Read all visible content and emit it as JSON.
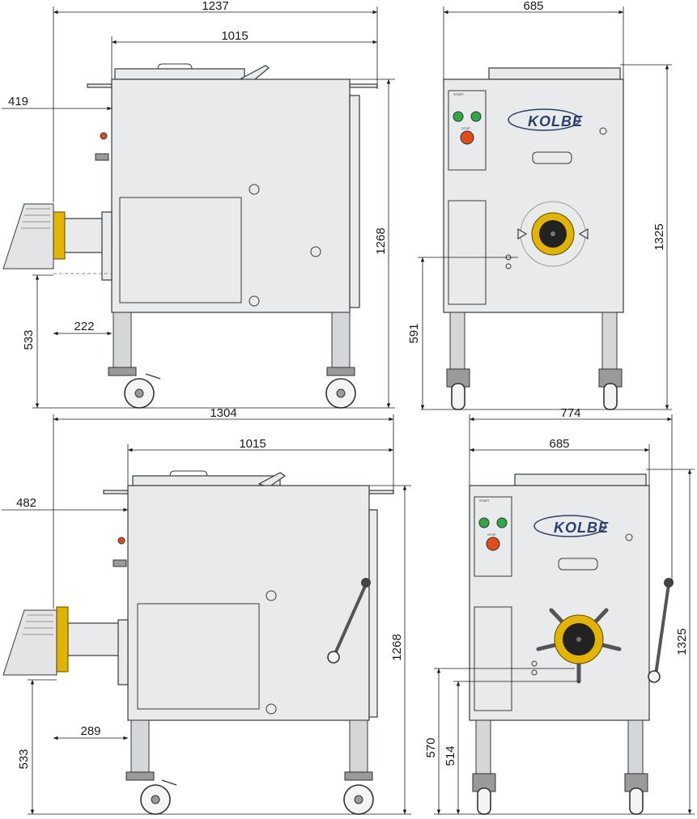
{
  "brand": {
    "logo_text": "KOLBE"
  },
  "controls": {
    "start_label": "START",
    "stop_label": "STOP",
    "button_green_color": "#2fa84a",
    "button_red_color": "#e24b1a"
  },
  "views": {
    "top_left": {
      "total_width": "1237",
      "body_width": "1015",
      "outlet_offset": "419",
      "height": "1268",
      "outlet_height": "533",
      "outlet_depth": "222"
    },
    "top_right": {
      "width": "685",
      "height": "1325",
      "outlet_height": "591"
    },
    "bottom_left": {
      "total_width": "1304",
      "body_width": "1015",
      "outlet_offset": "482",
      "height": "1268",
      "outlet_height": "533",
      "outlet_depth": "289"
    },
    "bottom_right": {
      "total_width": "774",
      "width": "685",
      "height": "1325",
      "outlet_height_a": "570",
      "outlet_height_b": "514"
    }
  },
  "colors": {
    "body": "#e9eaec",
    "outline": "#3a3a3a",
    "gold": "#e2b400",
    "logo": "#2d3f6b"
  }
}
